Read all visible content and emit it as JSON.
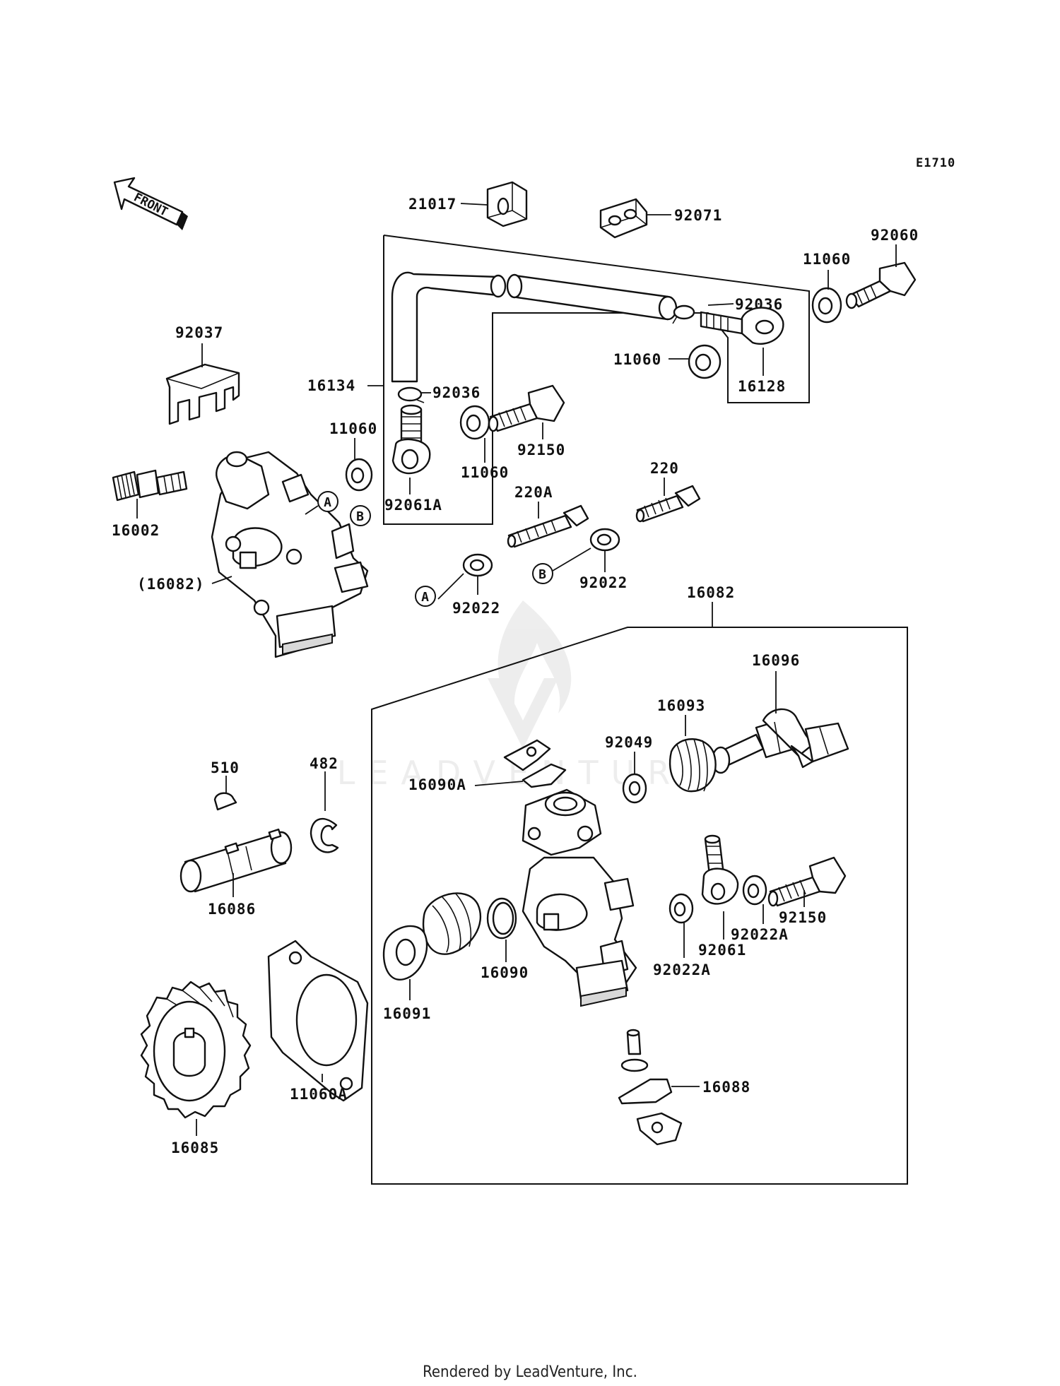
{
  "diagram_code": "E1710",
  "front_label": "FRONT",
  "ref_a": "A",
  "ref_b": "B",
  "watermark": "LEADVENTURE",
  "footer": "Rendered by LeadVenture, Inc.",
  "parts": {
    "p21017": "21017",
    "p92071": "92071",
    "p92060": "92060",
    "p11060_a": "11060",
    "p92036_a": "92036",
    "p11060_b": "11060",
    "p16128": "16128",
    "p92037": "92037",
    "p16134": "16134",
    "p92036_b": "92036",
    "p11060_c": "11060",
    "p11060_d": "11060",
    "p92150_a": "92150",
    "p92061a": "92061A",
    "p220": "220",
    "p220a": "220A",
    "p16002": "16002",
    "p16082_ref": "(16082)",
    "p92022_a": "92022",
    "p92022_b": "92022",
    "p16082": "16082",
    "p16096": "16096",
    "p16093": "16093",
    "p92049": "92049",
    "p16090a": "16090A",
    "p510": "510",
    "p482": "482",
    "p16086": "16086",
    "p92150_b": "92150",
    "p92022a_a": "92022A",
    "p92061": "92061",
    "p92022a_b": "92022A",
    "p16090": "16090",
    "p16091": "16091",
    "p11060a": "11060A",
    "p16088": "16088",
    "p16085": "16085"
  }
}
